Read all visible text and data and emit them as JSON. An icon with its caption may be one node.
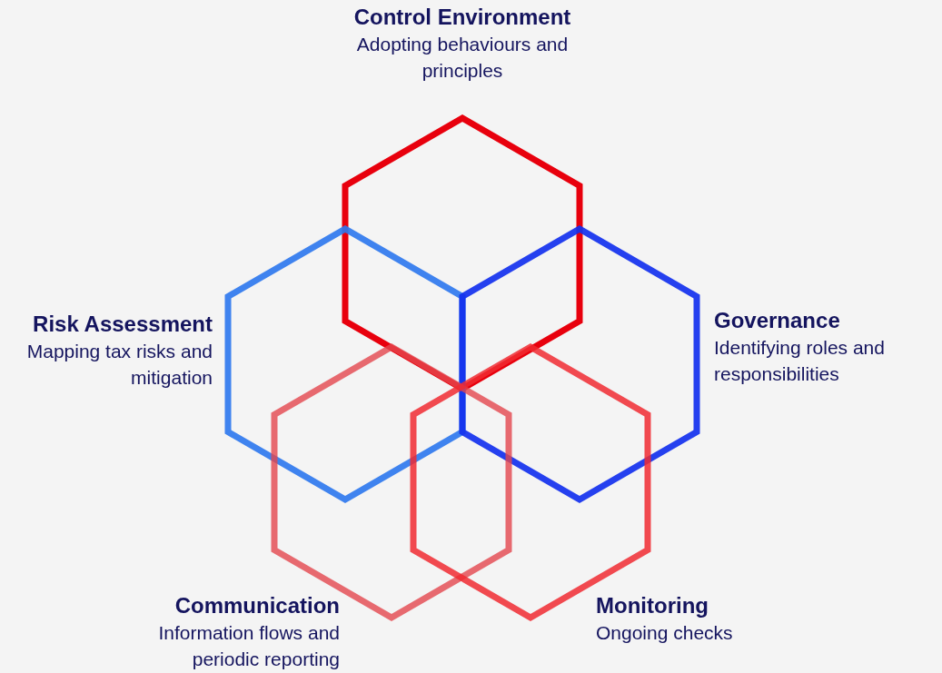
{
  "diagram": {
    "nodes": [
      {
        "text": [
          "Control Environment",
          "Adopting behaviours and principles"
        ]
      },
      {
        "text": [
          "Risk Assessment",
          "Mapping tax risks and mitigation"
        ]
      },
      {
        "text": [
          "Governance",
          "Identifying roles and responsibilities"
        ]
      },
      {
        "text": [
          "Communication",
          "Information flows and periodic reporting"
        ]
      },
      {
        "text": [
          "Monitoring",
          "Ongoing checks"
        ]
      }
    ]
  }
}
